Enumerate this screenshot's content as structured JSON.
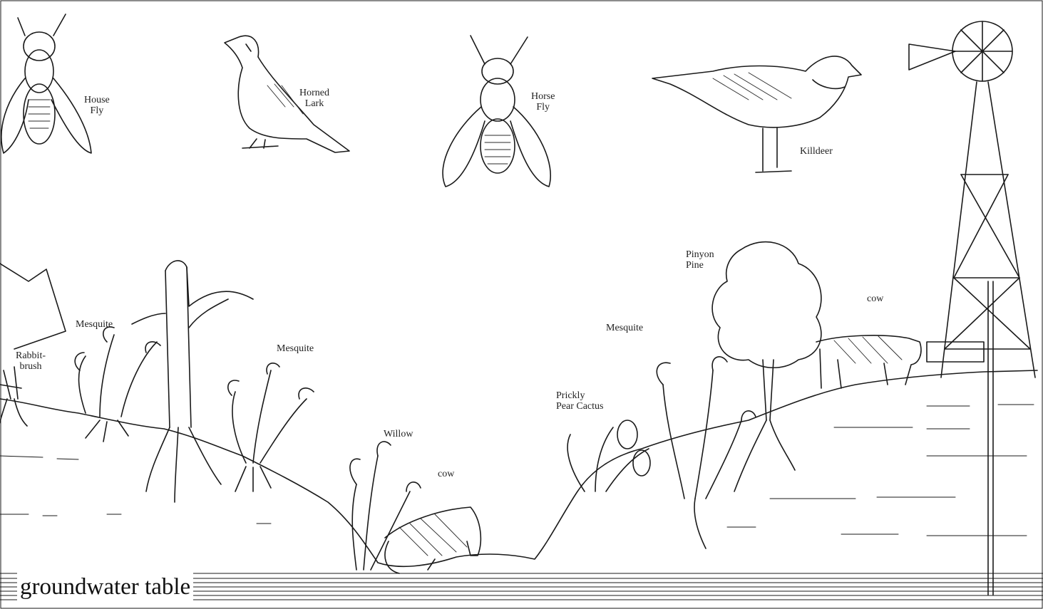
{
  "labels": {
    "house_fly_1": "House\nFly",
    "horned_lark": "Horned\nLark",
    "horse_fly": "Horse\nFly",
    "killdeer": "Killdeer",
    "pinyon_pine": "Pinyon\nPine",
    "cow_right": "cow",
    "mesquite_left": "Mesquite",
    "rabbitbrush": "Rabbit-\nbrush",
    "mesquite_center_left": "Mesquite",
    "mesquite_right": "Mesquite",
    "prickly_pear": "Prickly\nPear Cactus",
    "willow": "Willow",
    "cow_center": "cow",
    "groundwater_table": "groundwater table"
  }
}
